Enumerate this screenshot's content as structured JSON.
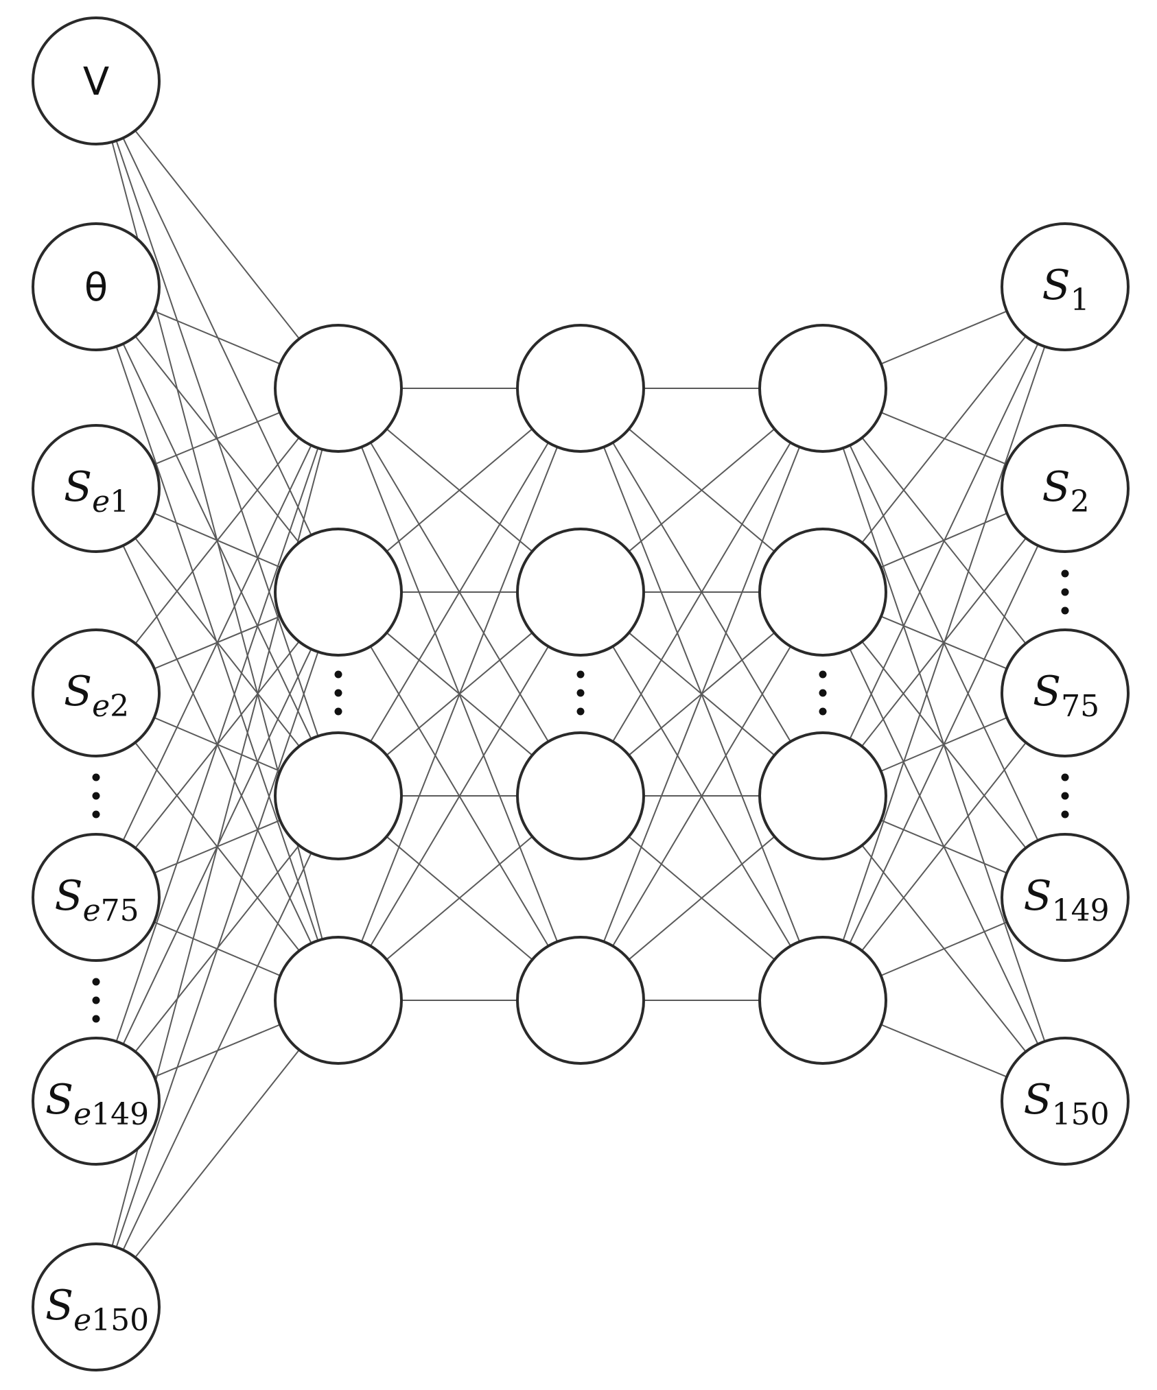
{
  "layers": [
    {
      "name": "input",
      "nodes": [
        {
          "base": "V",
          "sub": "",
          "style": "plain"
        },
        {
          "base": "θ",
          "sub": "",
          "style": "plain"
        },
        {
          "base": "S",
          "sub": "e1",
          "style": "math"
        },
        {
          "base": "S",
          "sub": "e2",
          "style": "math"
        },
        {
          "base": "S",
          "sub": "e75",
          "style": "math"
        },
        {
          "base": "S",
          "sub": "e149",
          "style": "math"
        },
        {
          "base": "S",
          "sub": "e150",
          "style": "math"
        }
      ]
    },
    {
      "name": "hidden-1",
      "nodes": [
        {
          "base": "",
          "sub": ""
        },
        {
          "base": "",
          "sub": ""
        },
        {
          "base": "",
          "sub": ""
        },
        {
          "base": "",
          "sub": ""
        }
      ]
    },
    {
      "name": "hidden-2",
      "nodes": [
        {
          "base": "",
          "sub": ""
        },
        {
          "base": "",
          "sub": ""
        },
        {
          "base": "",
          "sub": ""
        },
        {
          "base": "",
          "sub": ""
        }
      ]
    },
    {
      "name": "hidden-3",
      "nodes": [
        {
          "base": "",
          "sub": ""
        },
        {
          "base": "",
          "sub": ""
        },
        {
          "base": "",
          "sub": ""
        },
        {
          "base": "",
          "sub": ""
        }
      ]
    },
    {
      "name": "output",
      "nodes": [
        {
          "base": "S",
          "sub": "1",
          "style": "math"
        },
        {
          "base": "S",
          "sub": "2",
          "style": "math"
        },
        {
          "base": "S",
          "sub": "75",
          "style": "math"
        },
        {
          "base": "S",
          "sub": "149",
          "style": "math"
        },
        {
          "base": "S",
          "sub": "150",
          "style": "math"
        }
      ]
    }
  ],
  "ellipsis": "⋮",
  "colors": {
    "edge": "#5a5a5a",
    "node_stroke": "#2a2a2a",
    "node_fill": "#ffffff"
  }
}
